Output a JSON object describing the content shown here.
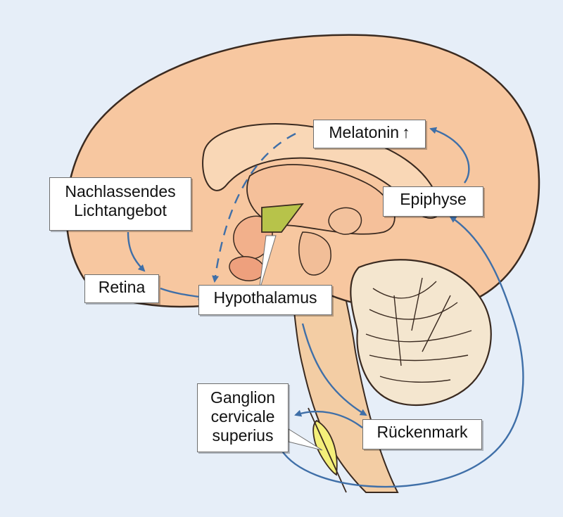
{
  "labels": {
    "nachlassendes": [
      "Nachlassendes",
      "Lichtangebot"
    ],
    "retina": "Retina",
    "hypothalamus": "Hypothalamus",
    "melatonin": "Melatonin",
    "melatonin_arrow": "↑",
    "epiphyse": "Epiphyse",
    "rueckenmark": "Rückenmark",
    "ganglion": [
      "Ganglion",
      "cervicale",
      "superius"
    ]
  },
  "colors": {
    "background": "#e6eef8",
    "brain": "#f7c7a0",
    "brain_stroke": "#3a2a20",
    "cerebellum": "#f4e6cf",
    "hypothalamus_region": "#b7c34a",
    "ganglion": "#f4ef7a",
    "arrow": "#3f6fa8"
  }
}
